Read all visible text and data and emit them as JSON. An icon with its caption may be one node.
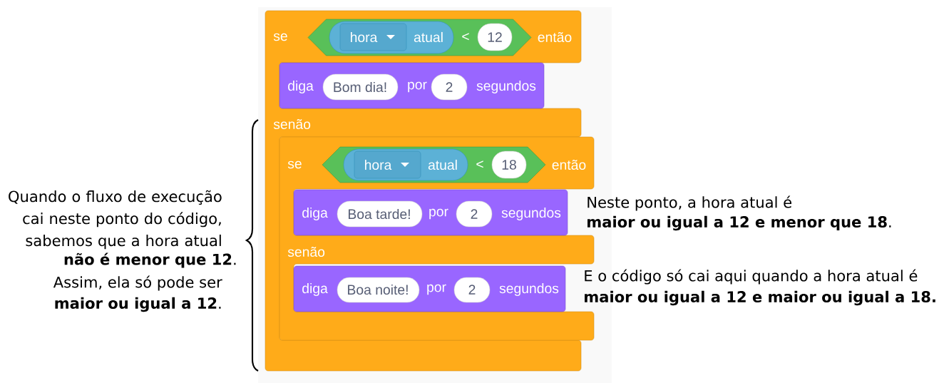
{
  "diagram": {
    "nodes": [
      {
        "text": [
          "se",
          "então",
          "senão"
        ]
      },
      {
        "text": [
          "<"
        ],
        "in": 0
      },
      {
        "text": [
          "atual"
        ],
        "in": 1
      },
      {
        "text": [
          "hora"
        ],
        "in": 2
      },
      {
        "text": [
          "12"
        ],
        "in": 1
      },
      {
        "text": [
          "diga",
          "por",
          "segundos"
        ],
        "in": 0
      },
      {
        "text": [
          "Bom dia!"
        ],
        "in": 5
      },
      {
        "text": [
          "2"
        ],
        "in": 5
      },
      {
        "text": [
          "se",
          "então",
          "senão"
        ],
        "in": 0
      },
      {
        "text": [
          "<"
        ],
        "in": 8
      },
      {
        "text": [
          "atual"
        ],
        "in": 9
      },
      {
        "text": [
          "hora"
        ],
        "in": 10
      },
      {
        "text": [
          "18"
        ],
        "in": 9
      },
      {
        "text": [
          "diga",
          "por",
          "segundos"
        ],
        "in": 8
      },
      {
        "text": [
          "Boa tarde!"
        ],
        "in": 13
      },
      {
        "text": [
          "2"
        ],
        "in": 13
      },
      {
        "text": [
          "diga",
          "por",
          "segundos"
        ],
        "in": 8
      },
      {
        "text": [
          "Boa noite!"
        ],
        "in": 16
      },
      {
        "text": [
          "2"
        ],
        "in": 16
      }
    ],
    "labels": [
      "Quando o fluxo de execução cai neste ponto do código, sabemos que a hora atual",
      "**não é menor que 12**.",
      "Assim, ela só pode ser",
      "**maior ou igual a 12**.",
      "Neste ponto, a hora atual é",
      "**maior ou igual a 12 e menor que 18**.",
      "E o código só cai aqui quando a hora atual é",
      "maior ou igual a 12 e maior ou igual a 18."
    ]
  }
}
